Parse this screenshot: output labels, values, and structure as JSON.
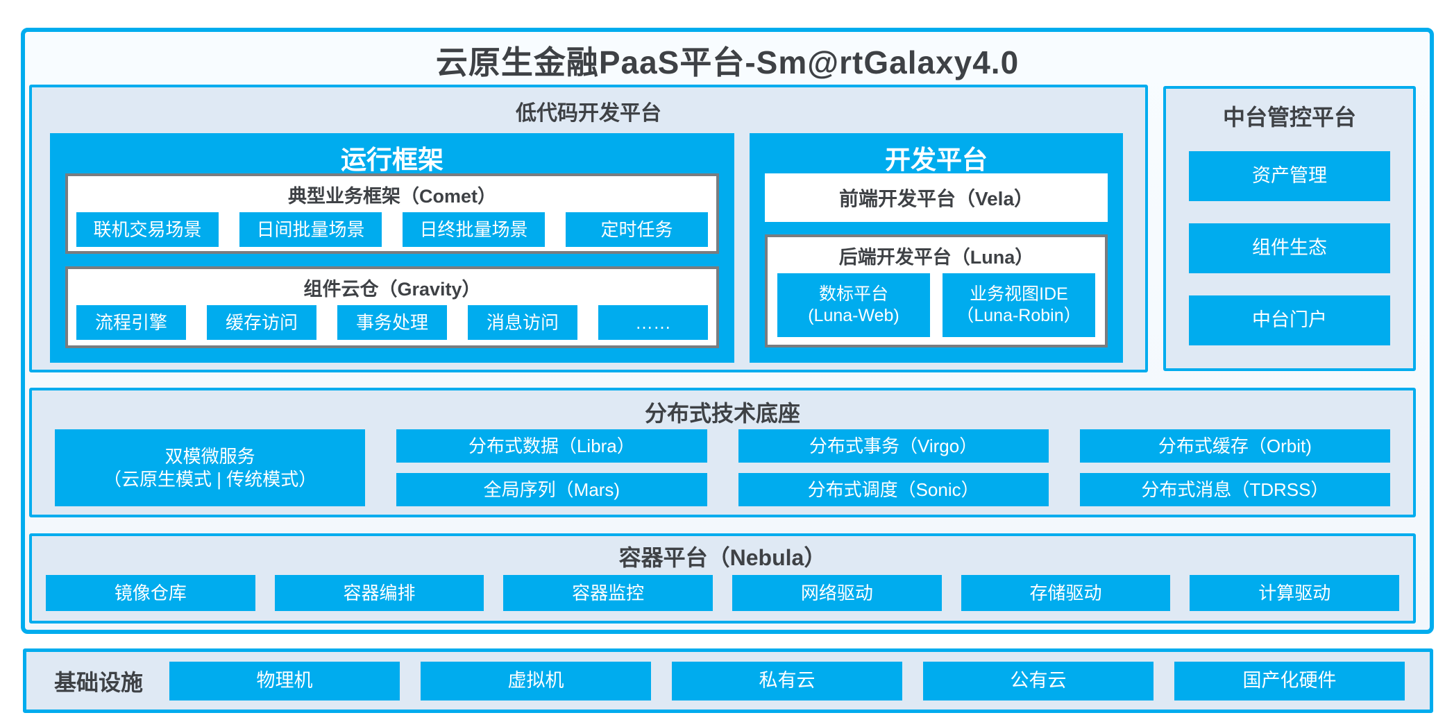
{
  "title": "云原生金融PaaS平台-Sm@rtGalaxy4.0",
  "colors": {
    "accent_blue": "#00ACEE",
    "panel_bg": "#DFE9F4",
    "outer_bg": "#F6FAFD",
    "gray_border": "#797C7F",
    "dark_text": "#3E4145",
    "white_text": "#FFFFFF"
  },
  "low_code": {
    "title": "低代码开发平台",
    "runtime": {
      "title": "运行框架",
      "comet": {
        "title": "典型业务框架（Comet）",
        "items": [
          "联机交易场景",
          "日间批量场景",
          "日终批量场景",
          "定时任务"
        ]
      },
      "gravity": {
        "title": "组件云仓（Gravity）",
        "items": [
          "流程引擎",
          "缓存访问",
          "事务处理",
          "消息访问",
          "……"
        ]
      }
    },
    "dev": {
      "title": "开发平台",
      "vela": "前端开发平台（Vela）",
      "luna": {
        "title": "后端开发平台（Luna）",
        "items": [
          {
            "line1": "数标平台",
            "line2": "(Luna-Web)"
          },
          {
            "line1": "业务视图IDE",
            "line2": "（Luna-Robin）"
          }
        ]
      }
    }
  },
  "mid_platform": {
    "title": "中台管控平台",
    "items": [
      "资产管理",
      "组件生态",
      "中台门户"
    ]
  },
  "distributed": {
    "title": "分布式技术底座",
    "dual_mode": {
      "line1": "双模微服务",
      "line2": "（云原生模式 | 传统模式）"
    },
    "grid": [
      "分布式数据（Libra）",
      "分布式事务（Virgo）",
      "分布式缓存（Orbit)",
      "全局序列（Mars)",
      "分布式调度（Sonic）",
      "分布式消息（TDRSS）"
    ]
  },
  "container": {
    "title": "容器平台（Nebula）",
    "items": [
      "镜像仓库",
      "容器编排",
      "容器监控",
      "网络驱动",
      "存储驱动",
      "计算驱动"
    ]
  },
  "infrastructure": {
    "title": "基础设施",
    "items": [
      "物理机",
      "虚拟机",
      "私有云",
      "公有云",
      "国产化硬件"
    ]
  }
}
